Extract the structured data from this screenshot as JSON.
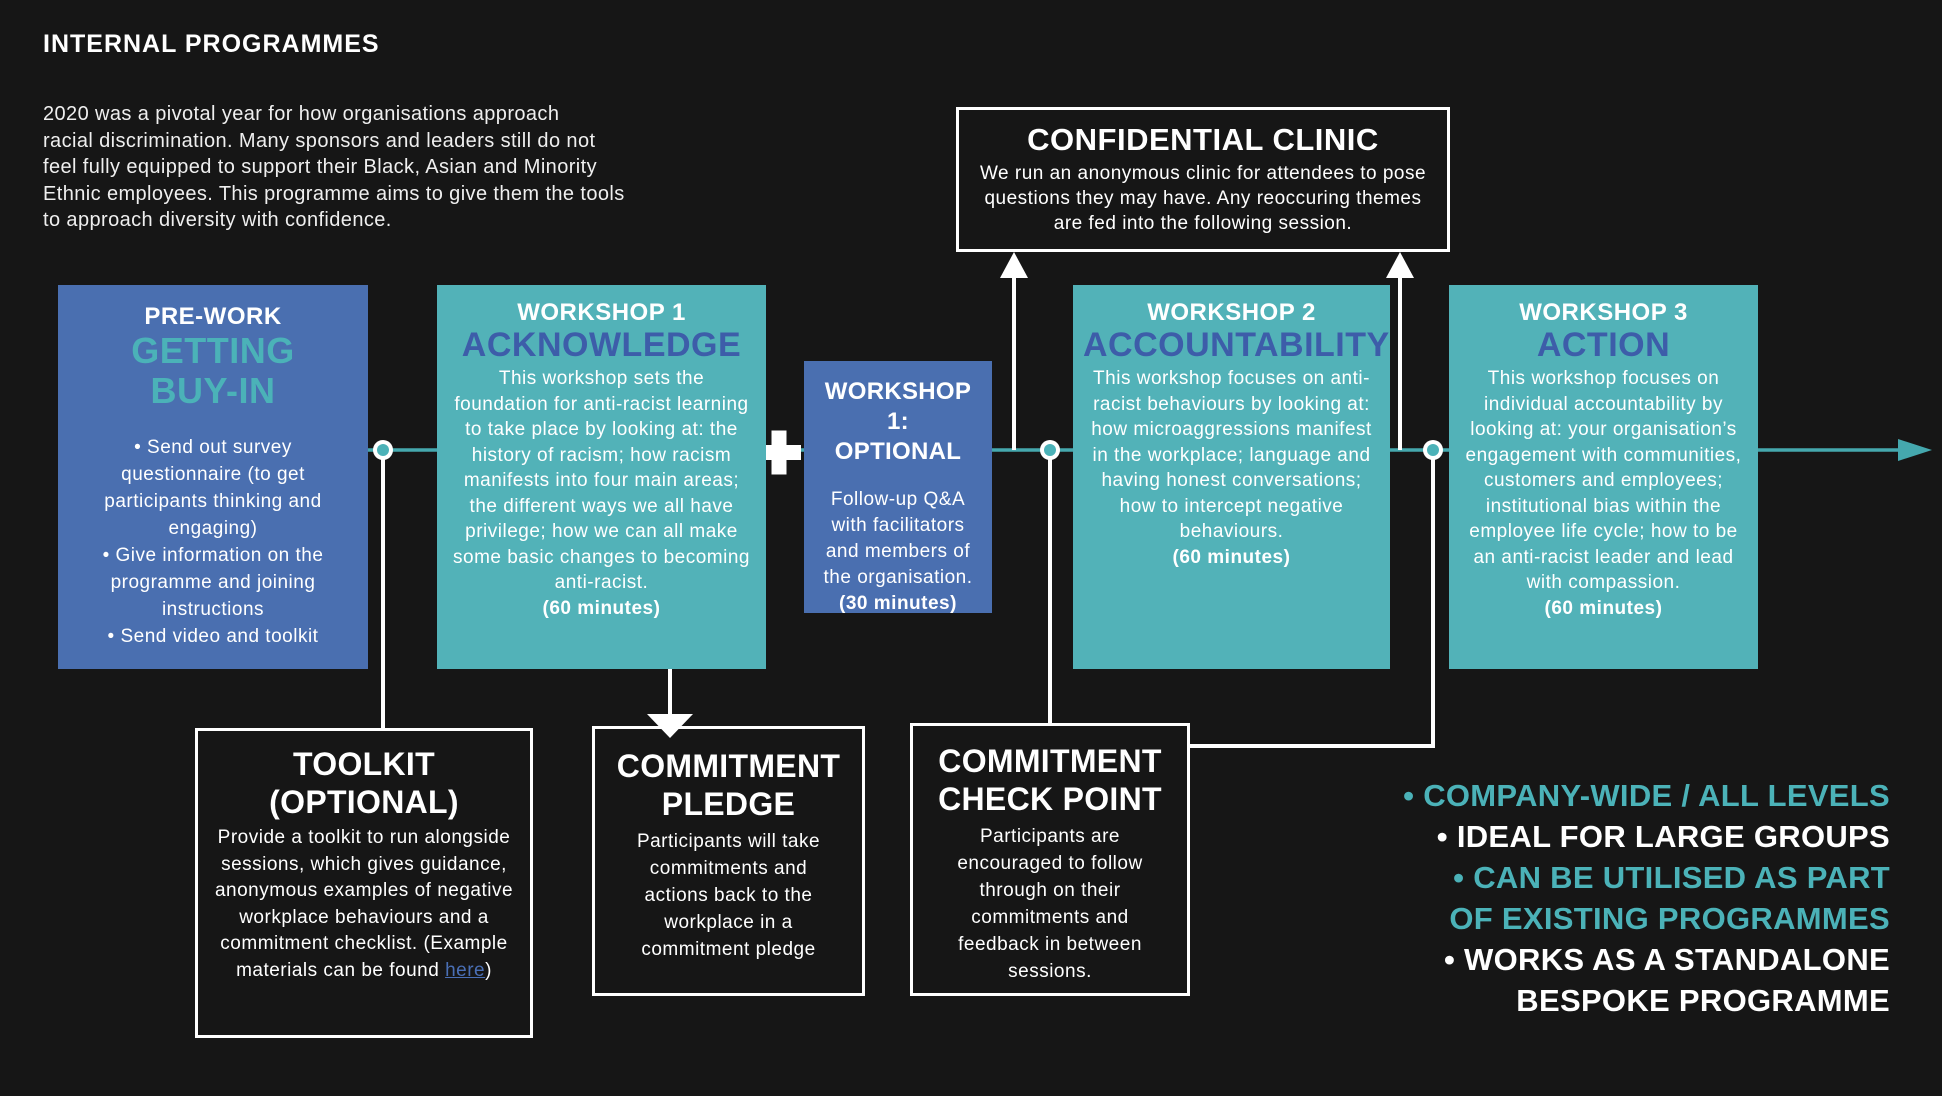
{
  "colors": {
    "background": "#161616",
    "accent_teal": "#4BB2B8",
    "accent_blue": "#4A6FB0",
    "heading_blue": "#3D5DA9",
    "timeline_teal": "#45A8AE",
    "link_blue": "#4A6FB5",
    "white": "#FFFFFF"
  },
  "header": {
    "title": "INTERNAL PROGRAMMES",
    "intro_lines": [
      "2020 was a pivotal year for how organisations approach",
      "racial discrimination. Many sponsors and leaders still do not",
      "feel fully equipped to support their Black, Asian and Minority",
      "Ethnic employees. This programme aims to give them the tools",
      "to approach diversity with confidence."
    ]
  },
  "clinic": {
    "title": "CONFIDENTIAL CLINIC",
    "body": "We run an anonymous clinic for attendees to pose questions they may have. Any reoccuring themes are fed into the following session."
  },
  "prework": {
    "kicker": "PRE-WORK",
    "title_line1": "GETTING",
    "title_line2": "BUY-IN",
    "bullets": [
      "• Send out survey questionnaire (to get participants thinking and engaging)",
      "• Give information on the programme and joining instructions",
      "• Send video and toolkit"
    ]
  },
  "workshop1": {
    "kicker": "WORKSHOP 1",
    "title": "ACKNOWLEDGE",
    "body": "This workshop sets the foundation for anti-racist learning to take place by looking at: the history of racism; how racism manifests into four main areas; the different ways we all have privilege; how we can all make some basic changes to becoming anti-racist.",
    "duration": "(60 minutes)"
  },
  "optional": {
    "title_line1": "WORKSHOP 1:",
    "title_line2": "OPTIONAL",
    "body": "Follow-up Q&A with facilitators and members of the organisation.",
    "duration": "(30 minutes)"
  },
  "workshop2": {
    "kicker": "WORKSHOP 2",
    "title": "ACCOUNTABILITY",
    "body": "This workshop focuses on anti-racist behaviours by looking at: how microaggressions manifest in the workplace; language and having honest conversations; how to intercept negative behaviours.",
    "duration": "(60 minutes)"
  },
  "workshop3": {
    "kicker": "WORKSHOP 3",
    "title": "ACTION",
    "body": "This workshop focuses on individual accountability by looking at: your organisation’s engagement with communities, customers and employees; institutional bias within the employee life cycle; how to be an anti-racist leader and lead with compassion.",
    "duration": "(60 minutes)"
  },
  "toolkit": {
    "title_line1": "TOOLKIT",
    "title_line2": "(OPTIONAL)",
    "body_before_link": "Provide a toolkit to run alongside sessions, which gives guidance, anonymous examples of negative workplace behaviours and a commitment checklist. (Example materials can be found ",
    "link_text": "here",
    "body_after_link": ")"
  },
  "pledge": {
    "title_line1": "COMMITMENT",
    "title_line2": "PLEDGE",
    "body": "Participants will take commitments and actions back to the workplace in a commitment pledge"
  },
  "checkpoint": {
    "title_line1": "COMMITMENT",
    "title_line2": "CHECK POINT",
    "body": "Participants are encouraged to follow through on their commitments and feedback in between sessions."
  },
  "features": {
    "lines": [
      {
        "text": "• COMPANY-WIDE / ALL LEVELS",
        "color": "#4BB2B8"
      },
      {
        "text": "• IDEAL FOR LARGE GROUPS",
        "color": "#FFFFFF"
      },
      {
        "text": "• CAN BE UTILISED AS PART",
        "color": "#4BB2B8"
      },
      {
        "text": "OF EXISTING PROGRAMMES",
        "color": "#4BB2B8"
      },
      {
        "text": "• WORKS AS A STANDALONE",
        "color": "#FFFFFF"
      },
      {
        "text": "BESPOKE PROGRAMME",
        "color": "#FFFFFF"
      }
    ]
  }
}
